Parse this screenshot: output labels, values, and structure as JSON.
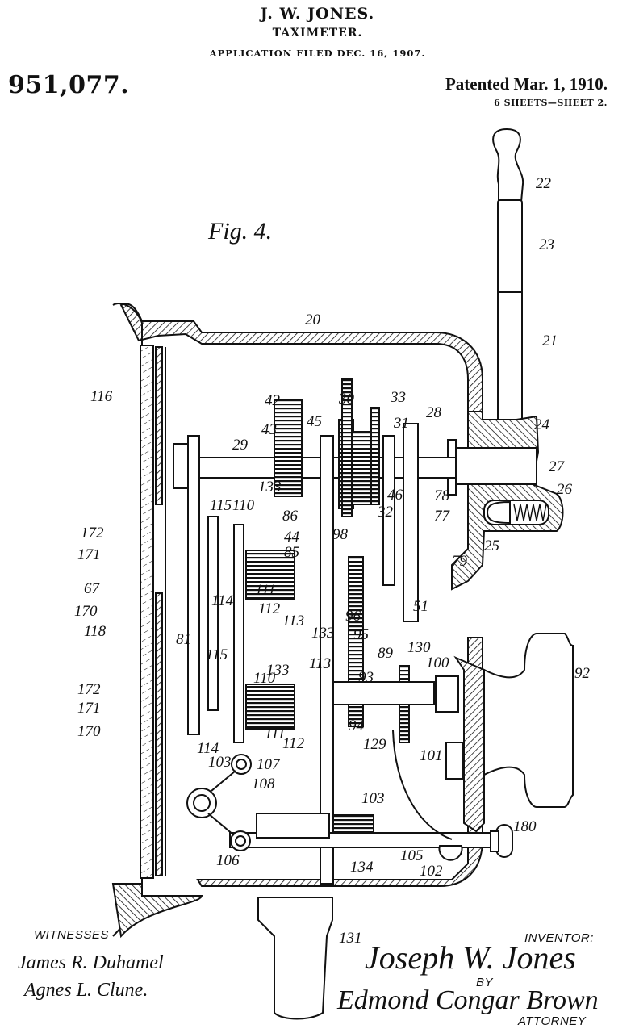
{
  "header": {
    "inventor": "J. W. JONES.",
    "title": "TAXIMETER.",
    "filed": "APPLICATION FILED DEC. 16, 1907.",
    "patent_number": "951,077.",
    "patent_date": "Patented Mar. 1, 1910.",
    "sheets": "6 SHEETS—SHEET 2."
  },
  "figure": {
    "label": "Fig. 4.",
    "subject": "taximeter cross-section",
    "reference_numerals": [
      {
        "id": "20",
        "text": "20"
      },
      {
        "id": "21",
        "text": "21"
      },
      {
        "id": "22",
        "text": "22"
      },
      {
        "id": "23",
        "text": "23"
      },
      {
        "id": "24",
        "text": "24"
      },
      {
        "id": "25",
        "text": "25"
      },
      {
        "id": "26",
        "text": "26"
      },
      {
        "id": "27",
        "text": "27"
      },
      {
        "id": "28",
        "text": "28"
      },
      {
        "id": "29",
        "text": "29"
      },
      {
        "id": "30",
        "text": "30"
      },
      {
        "id": "31",
        "text": "31"
      },
      {
        "id": "32",
        "text": "32"
      },
      {
        "id": "33",
        "text": "33"
      },
      {
        "id": "42",
        "text": "42"
      },
      {
        "id": "43",
        "text": "43"
      },
      {
        "id": "44",
        "text": "44"
      },
      {
        "id": "45",
        "text": "45"
      },
      {
        "id": "46",
        "text": "46"
      },
      {
        "id": "51",
        "text": "51"
      },
      {
        "id": "67",
        "text": "67"
      },
      {
        "id": "77",
        "text": "77"
      },
      {
        "id": "78",
        "text": "78"
      },
      {
        "id": "79",
        "text": "79"
      },
      {
        "id": "81",
        "text": "81"
      },
      {
        "id": "85",
        "text": "85"
      },
      {
        "id": "86",
        "text": "86"
      },
      {
        "id": "89",
        "text": "89"
      },
      {
        "id": "92",
        "text": "92"
      },
      {
        "id": "93",
        "text": "93"
      },
      {
        "id": "94",
        "text": "94"
      },
      {
        "id": "95",
        "text": "95"
      },
      {
        "id": "96",
        "text": "96"
      },
      {
        "id": "98",
        "text": "98"
      },
      {
        "id": "100",
        "text": "100"
      },
      {
        "id": "101",
        "text": "101"
      },
      {
        "id": "102",
        "text": "102"
      },
      {
        "id": "103a",
        "text": "103"
      },
      {
        "id": "103b",
        "text": "103"
      },
      {
        "id": "105",
        "text": "105"
      },
      {
        "id": "106",
        "text": "106"
      },
      {
        "id": "107",
        "text": "107"
      },
      {
        "id": "108",
        "text": "108"
      },
      {
        "id": "110a",
        "text": "110"
      },
      {
        "id": "110b",
        "text": "110"
      },
      {
        "id": "111a",
        "text": "111"
      },
      {
        "id": "111b",
        "text": "111"
      },
      {
        "id": "112a",
        "text": "112"
      },
      {
        "id": "112b",
        "text": "112"
      },
      {
        "id": "113a",
        "text": "113"
      },
      {
        "id": "113b",
        "text": "113"
      },
      {
        "id": "114a",
        "text": "114"
      },
      {
        "id": "114b",
        "text": "114"
      },
      {
        "id": "115a",
        "text": "115"
      },
      {
        "id": "115b",
        "text": "115"
      },
      {
        "id": "116",
        "text": "116"
      },
      {
        "id": "118",
        "text": "118"
      },
      {
        "id": "129",
        "text": "129"
      },
      {
        "id": "130",
        "text": "130"
      },
      {
        "id": "131",
        "text": "131"
      },
      {
        "id": "133a",
        "text": "133"
      },
      {
        "id": "133b",
        "text": "133"
      },
      {
        "id": "133c",
        "text": "133"
      },
      {
        "id": "134",
        "text": "134"
      },
      {
        "id": "170a",
        "text": "170"
      },
      {
        "id": "170b",
        "text": "170"
      },
      {
        "id": "171a",
        "text": "171"
      },
      {
        "id": "171b",
        "text": "171"
      },
      {
        "id": "172a",
        "text": "172"
      },
      {
        "id": "172b",
        "text": "172"
      },
      {
        "id": "180",
        "text": "180"
      }
    ]
  },
  "footer": {
    "witnesses_label": "WITNESSES",
    "witness_1": "James R. Duhamel",
    "witness_2": "Agnes L. Clune.",
    "inventor_label": "INVENTOR:",
    "inventor_signature": "Joseph W. Jones",
    "by_label": "BY",
    "attorney_signature": "Edmond Congar Brown",
    "attorney_label": "ATTORNEY"
  }
}
